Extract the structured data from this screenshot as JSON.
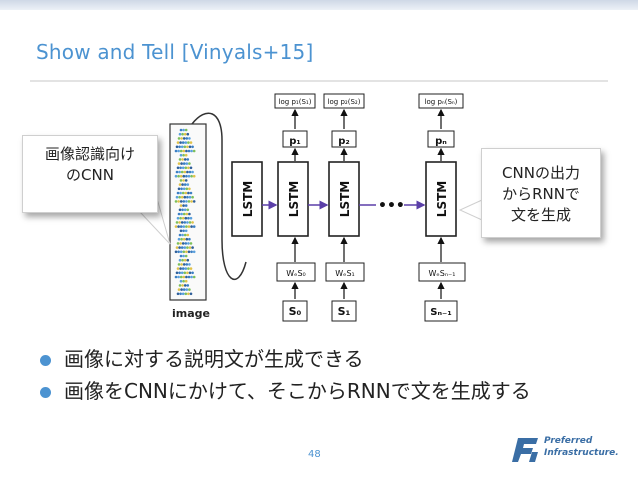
{
  "slide": {
    "title": "Show and Tell [Vinyals+15]",
    "page_number": "48"
  },
  "callouts": {
    "left": [
      "画像認識向け",
      "のCNN"
    ],
    "right": [
      "CNNの出力",
      "からRNNで",
      "文を生成"
    ]
  },
  "diagram": {
    "image_label": "image",
    "lstm_label": "LSTM",
    "ellipsis": "•••",
    "log_labels": [
      "log p₁(S₁)",
      "log p₂(S₂)",
      "log pₙ(Sₙ)"
    ],
    "prob_labels": [
      "p₁",
      "p₂",
      "pₙ"
    ],
    "embed_labels": [
      "WₑS₀",
      "WₑS₁",
      "WₑSₙ₋₁"
    ],
    "input_labels": [
      "S₀",
      "S₁",
      "Sₙ₋₁"
    ]
  },
  "bullets": [
    "画像に対する説明文が生成できる",
    "画像をCNNにかけて、そこからRNNで文を生成する"
  ],
  "logo": {
    "line1": "Preferred",
    "line2": "Infrastructure."
  },
  "colors": {
    "accent": "#4c93d1",
    "arrow": "#5b3fa8"
  }
}
